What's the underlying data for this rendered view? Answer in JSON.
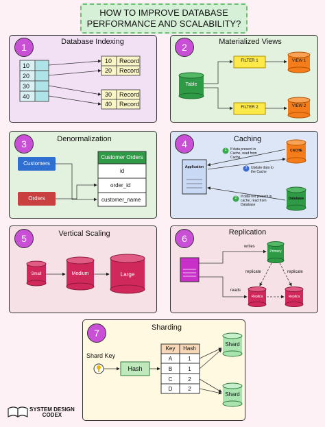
{
  "title": {
    "line1": "HOW TO IMPROVE DATABASE",
    "line2": "PERFORMANCE AND SCALABILITY?"
  },
  "panels": {
    "indexing": {
      "number": "1",
      "title": "Database Indexing",
      "index_keys": [
        "10",
        "20",
        "30",
        "40"
      ],
      "records": [
        {
          "key": "10",
          "label": "Record"
        },
        {
          "key": "20",
          "label": "Record"
        },
        {
          "key": "30",
          "label": "Record"
        },
        {
          "key": "40",
          "label": "Record"
        }
      ]
    },
    "materialized": {
      "number": "2",
      "title": "Materialized Views",
      "table": "Table",
      "filter1": "FILTER 1",
      "filter2": "FILTER 2",
      "view1": "VIEW 1",
      "view2": "VIEW 2"
    },
    "denormalization": {
      "number": "3",
      "title": "Denormalization",
      "customers": "Customers",
      "orders": "Orders",
      "table_title": "Customer Orders",
      "fields": [
        "id",
        "order_id",
        "customer_name"
      ]
    },
    "caching": {
      "number": "4",
      "title": "Caching",
      "application": "Application",
      "cache": "CACHE",
      "database": "Database",
      "step1": "1",
      "step1_text": "If data present in Cache, read from Cache",
      "step2": "2",
      "step2_text": "If data not present in cache, read from Database",
      "step3": "3",
      "step3_text": "Update data to the Cache"
    },
    "vertical": {
      "number": "5",
      "title": "Vertical Scaling",
      "small": "Small",
      "medium": "Medium",
      "large": "Large"
    },
    "replication": {
      "number": "6",
      "title": "Replication",
      "writes": "writes",
      "reads": "reads",
      "replicate_left": "replicate",
      "replicate_right": "replicate",
      "primary": "Primary",
      "replica1": "Replica",
      "replica2": "Replica"
    },
    "sharding": {
      "number": "7",
      "title": "Sharding",
      "shard_key": "Shard Key",
      "hash": "Hash",
      "header_key": "Key",
      "header_hash": "Hash",
      "rows": [
        {
          "key": "A",
          "hash": "1"
        },
        {
          "key": "B",
          "hash": "1"
        },
        {
          "key": "C",
          "hash": "2"
        },
        {
          "key": "D",
          "hash": "2"
        }
      ],
      "shard1": "Shard",
      "shard2": "Shard"
    }
  },
  "logo": {
    "line1": "SYSTEM DESIGN",
    "line2": "CODEX"
  },
  "colors": {
    "purple_panel": "#f2e0f5",
    "green_panel": "#e3f2de",
    "blue_panel": "#dde6f6",
    "pink_panel": "#f6e2e6",
    "yellow_panel": "#fef9e0",
    "badge": "#c94fd6",
    "cylinder_pink": "#d1285b",
    "cylinder_orange": "#f57c1a",
    "cylinder_green": "#2f9a45"
  }
}
